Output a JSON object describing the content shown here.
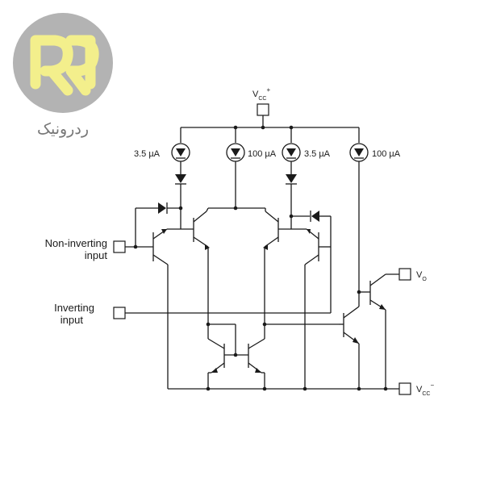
{
  "logo": {
    "monogram": "RR",
    "brand_text": "ردرونیک",
    "circle_color": "#b3b3b3",
    "mark_color": "#f3ef8c"
  },
  "schematic": {
    "vcc_plus": {
      "main": "V",
      "sub": "CC",
      "sup": "+"
    },
    "vcc_minus": {
      "main": "V",
      "sub": "CC",
      "sup": "−"
    },
    "vo": {
      "main": "V",
      "sub": "O"
    },
    "non_inverting_input": [
      "Non-inverting",
      "input"
    ],
    "inverting_input": [
      "Inverting",
      "input"
    ],
    "current_sources": [
      "3.5 µA",
      "100 µA",
      "3.5 µA",
      "100 µA"
    ]
  }
}
